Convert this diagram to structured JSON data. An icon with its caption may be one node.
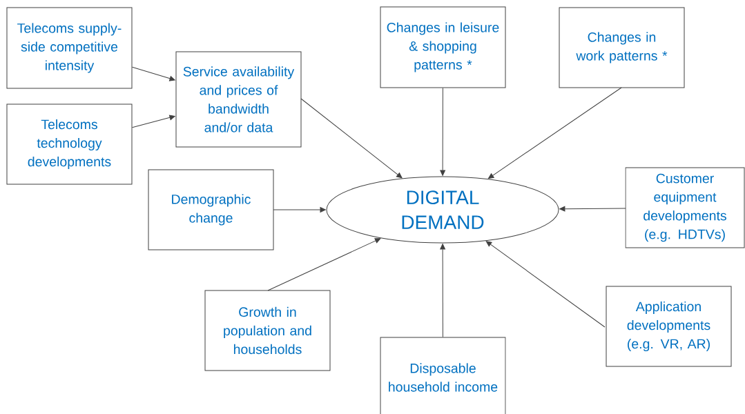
{
  "diagram": {
    "nodes": [
      {
        "text": [
          "Telecoms supply-side competitive intensity"
        ]
      },
      {
        "text": [
          "Telecoms technology developments"
        ]
      },
      {
        "text": [
          "Service availability and prices of bandwidth and/or data"
        ]
      },
      {
        "text": [
          "Changes in leisure & shopping patterns *"
        ]
      },
      {
        "text": [
          "Changes in work patterns *"
        ]
      },
      {
        "text": [
          "DIGITAL DEMAND"
        ]
      },
      {
        "text": [
          "Demographic change"
        ]
      },
      {
        "text": [
          "Customer equipment developments (e.g. HDTVs)"
        ]
      },
      {
        "text": [
          "Growth in population and households"
        ]
      },
      {
        "text": [
          "Application developments (e.g. VR, AR)"
        ]
      },
      {
        "text": [
          "Disposable household income"
        ]
      }
    ],
    "edges": [
      {
        "from": 0,
        "to": 2,
        "arrow": "to"
      },
      {
        "from": 1,
        "to": 2,
        "arrow": "to"
      },
      {
        "from": 2,
        "to": 5,
        "arrow": "to"
      },
      {
        "from": 3,
        "to": 5,
        "arrow": "to"
      },
      {
        "from": 4,
        "to": 5,
        "arrow": "to"
      },
      {
        "from": 6,
        "to": 5,
        "arrow": "to"
      },
      {
        "from": 7,
        "to": 5,
        "arrow": "to"
      },
      {
        "from": 8,
        "to": 5,
        "arrow": "to"
      },
      {
        "from": 9,
        "to": 5,
        "arrow": "to"
      },
      {
        "from": 10,
        "to": 5,
        "arrow": "to"
      }
    ]
  }
}
